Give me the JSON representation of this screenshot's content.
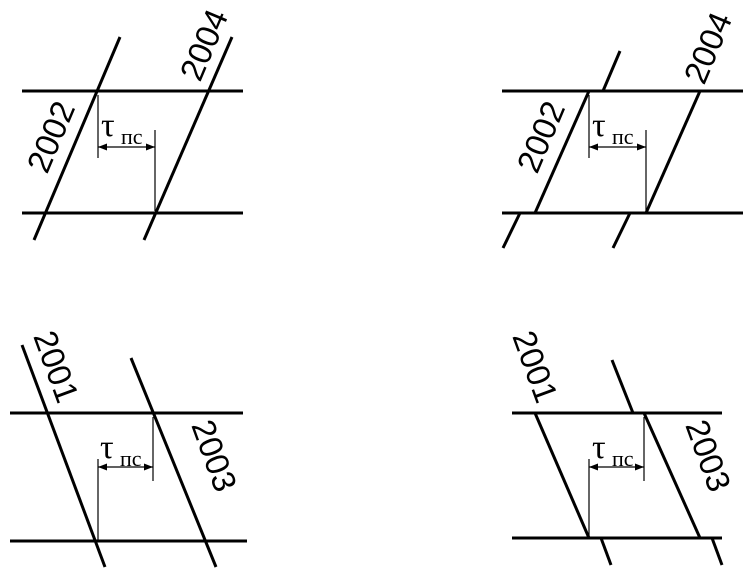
{
  "panels": [
    {
      "id": "top-left",
      "trains": [
        "2002",
        "2004"
      ],
      "interval": {
        "symbol": "τ",
        "subscript": "пс"
      }
    },
    {
      "id": "top-right",
      "trains": [
        "2002",
        "2004"
      ],
      "interval": {
        "symbol": "τ",
        "subscript": "пс"
      }
    },
    {
      "id": "bottom-left",
      "trains": [
        "2001",
        "2003"
      ],
      "interval": {
        "symbol": "τ",
        "subscript": "пс"
      }
    },
    {
      "id": "bottom-right",
      "trains": [
        "2001",
        "2003"
      ],
      "interval": {
        "symbol": "τ",
        "subscript": "пс"
      }
    }
  ]
}
